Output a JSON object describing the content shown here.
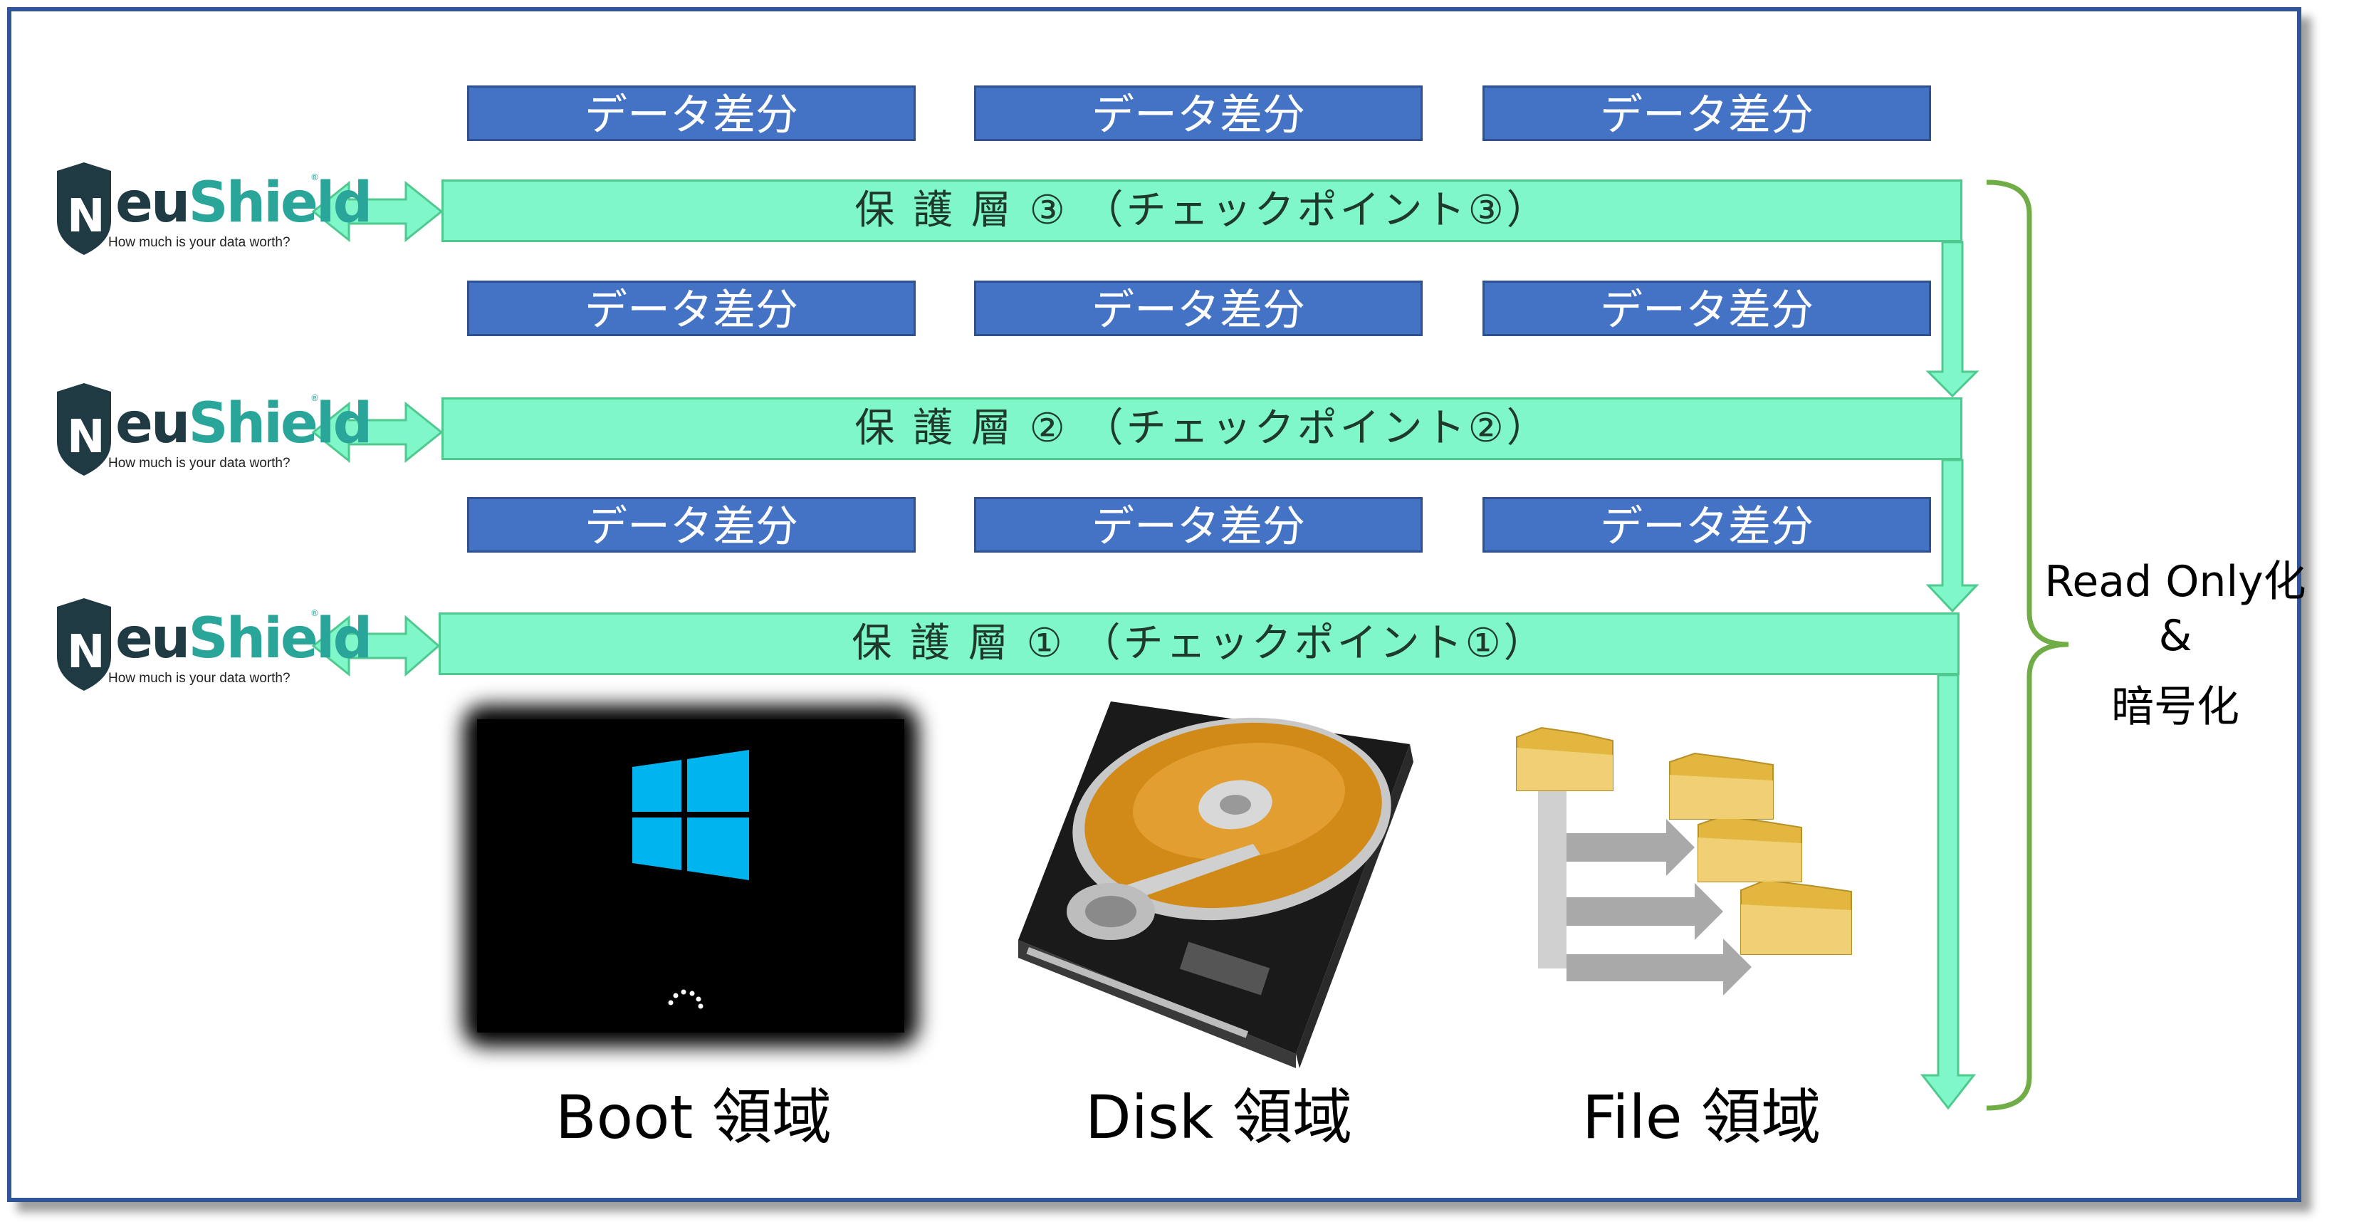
{
  "data_diff_label": "データ差分",
  "layers": [
    {
      "label": "保 護 層 ③ （チェックポイント③）"
    },
    {
      "label": "保 護 層 ② （チェックポイント②）"
    },
    {
      "label": "保 護 層 ① （チェックポイント①）"
    }
  ],
  "logo": {
    "brand_part1": "N",
    "brand_part2": "eu",
    "brand_part3": "Shield",
    "tagline": "How much is your data worth?",
    "reg_mark": "®"
  },
  "side_label": {
    "line1": "Read Only化",
    "line2": "&",
    "line3": "暗号化"
  },
  "regions": [
    {
      "label": "Boot 領域"
    },
    {
      "label": "Disk 領域"
    },
    {
      "label": "File 領域"
    }
  ],
  "colors": {
    "frame_border": "#2f5597",
    "data_diff_fill": "#4472c4",
    "layer_fill": "#7ff7c8",
    "arrow_green": "#7ff7c8",
    "brace_green": "#70ad47",
    "windows_blue": "#00b4f0"
  },
  "icons": [
    "double-arrow-icon",
    "down-arrow-icon",
    "windows-logo-icon",
    "hard-disk-icon",
    "folder-tree-icon",
    "shield-icon"
  ]
}
